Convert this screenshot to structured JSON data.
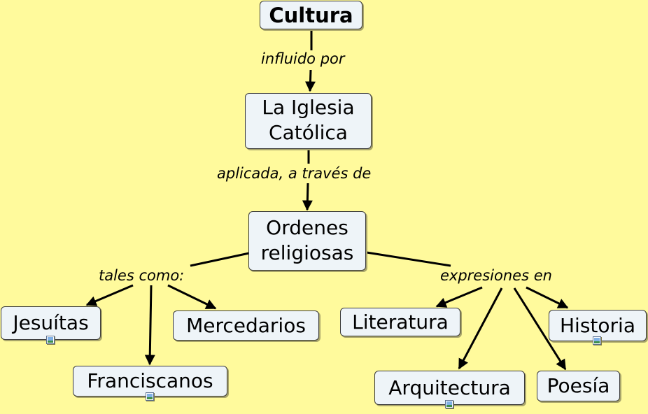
{
  "concepts": {
    "cultura": "Cultura",
    "iglesia": "La Iglesia\nCatólica",
    "ordenes": "Ordenes\nreligiosas",
    "jesuitas": "Jesuítas",
    "franciscanos": "Franciscanos",
    "mercedarios": "Mercedarios",
    "literatura": "Literatura",
    "arquitectura": "Arquitectura",
    "poesia": "Poesía",
    "historia": "Historia"
  },
  "linking_phrases": {
    "influido_por": "influido por",
    "aplicada": "aplicada, a través de",
    "tales_como": "tales como:",
    "expresiones_en": "expresiones en"
  },
  "resource_icons": [
    "jesuitas",
    "franciscanos",
    "arquitectura",
    "historia"
  ],
  "colors": {
    "background": "#fffa9c",
    "node_fill": "#eef4f8",
    "node_border": "#3a3a3a",
    "line": "#000000"
  }
}
